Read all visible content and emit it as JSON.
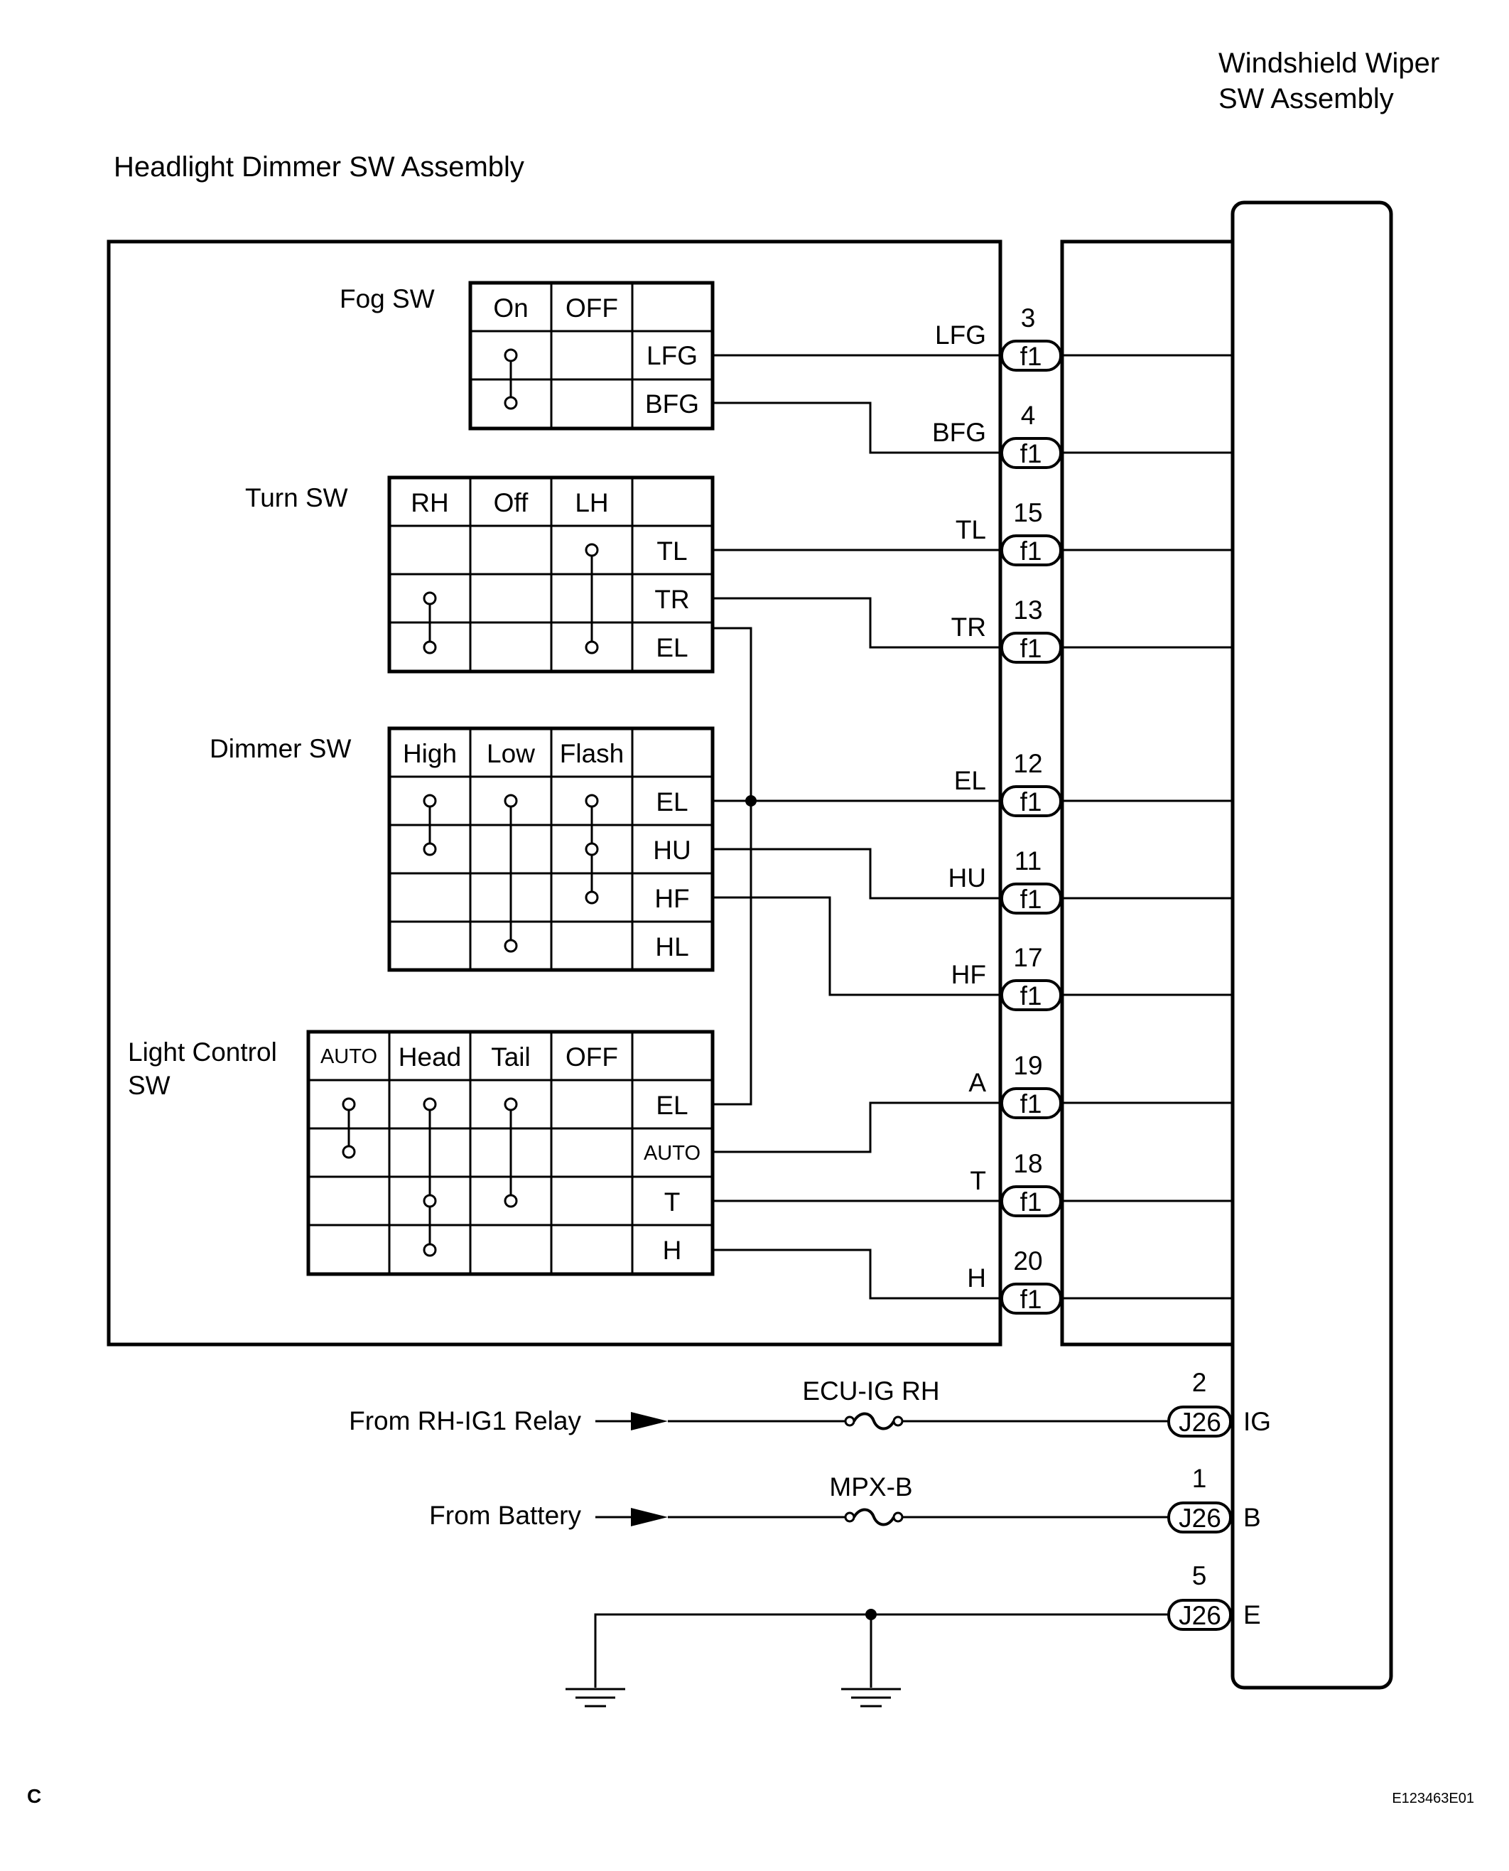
{
  "titles": {
    "headlight_assembly": "Headlight Dimmer SW Assembly",
    "wiper_assembly_line1": "Windshield Wiper",
    "wiper_assembly_line2": "SW Assembly"
  },
  "fog_sw": {
    "title": "Fog SW",
    "headers": [
      "On",
      "OFF"
    ],
    "rows": [
      "LFG",
      "BFG"
    ]
  },
  "turn_sw": {
    "title": "Turn SW",
    "headers": [
      "RH",
      "Off",
      "LH"
    ],
    "rows": [
      "TL",
      "TR",
      "EL"
    ]
  },
  "dimmer_sw": {
    "title": "Dimmer SW",
    "headers": [
      "High",
      "Low",
      "Flash"
    ],
    "rows": [
      "EL",
      "HU",
      "HF",
      "HL"
    ]
  },
  "light_control_sw": {
    "title_line1": "Light Control",
    "title_line2": "SW",
    "headers": [
      "AUTO",
      "Head",
      "Tail",
      "OFF"
    ],
    "rows": [
      "EL",
      "AUTO",
      "T",
      "H"
    ]
  },
  "f1_pins": [
    {
      "label": "LFG",
      "pin": "3",
      "connector": "f1"
    },
    {
      "label": "BFG",
      "pin": "4",
      "connector": "f1"
    },
    {
      "label": "TL",
      "pin": "15",
      "connector": "f1"
    },
    {
      "label": "TR",
      "pin": "13",
      "connector": "f1"
    },
    {
      "label": "EL",
      "pin": "12",
      "connector": "f1"
    },
    {
      "label": "HU",
      "pin": "11",
      "connector": "f1"
    },
    {
      "label": "HF",
      "pin": "17",
      "connector": "f1"
    },
    {
      "label": "A",
      "pin": "19",
      "connector": "f1"
    },
    {
      "label": "T",
      "pin": "18",
      "connector": "f1"
    },
    {
      "label": "H",
      "pin": "20",
      "connector": "f1"
    }
  ],
  "power": [
    {
      "source": "From RH-IG1 Relay",
      "fuse": "ECU-IG RH",
      "pin": "2",
      "connector": "J26",
      "terminal": "IG"
    },
    {
      "source": "From Battery",
      "fuse": "MPX-B",
      "pin": "1",
      "connector": "J26",
      "terminal": "B"
    }
  ],
  "ground": {
    "pin": "5",
    "connector": "J26",
    "terminal": "E"
  },
  "footer": {
    "left": "C",
    "right": "E123463E01"
  }
}
